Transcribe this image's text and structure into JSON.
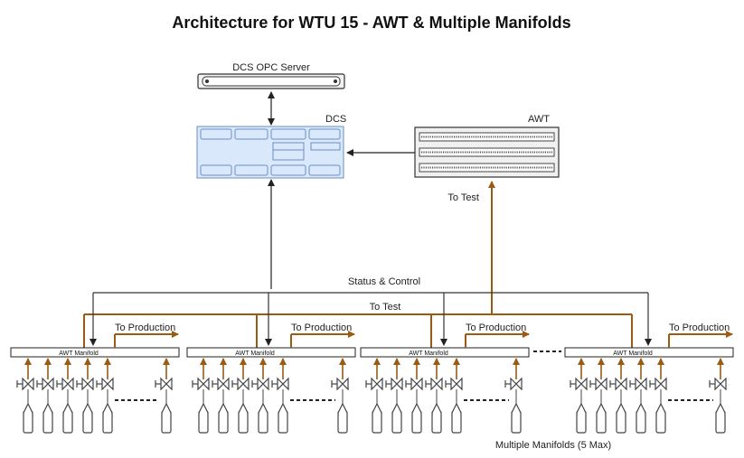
{
  "title": "Architecture for WTU 15 - AWT & Multiple Manifolds",
  "opc_server": {
    "label": "DCS OPC Server"
  },
  "dcs": {
    "label": "DCS"
  },
  "awt": {
    "label": "AWT"
  },
  "links": {
    "to_test_vertical": "To Test",
    "status_control": "Status & Control",
    "to_test_horizontal": "To Test",
    "to_production": "To Production"
  },
  "manifold_label": "AWT Manifold",
  "footer_note": "Multiple Manifolds (5 Max)",
  "colors": {
    "test_line": "#9a5b13",
    "control_line": "#333333",
    "dcs_fill": "#dae8fc",
    "dcs_stroke": "#6c8ebf",
    "valve": "#555555"
  }
}
